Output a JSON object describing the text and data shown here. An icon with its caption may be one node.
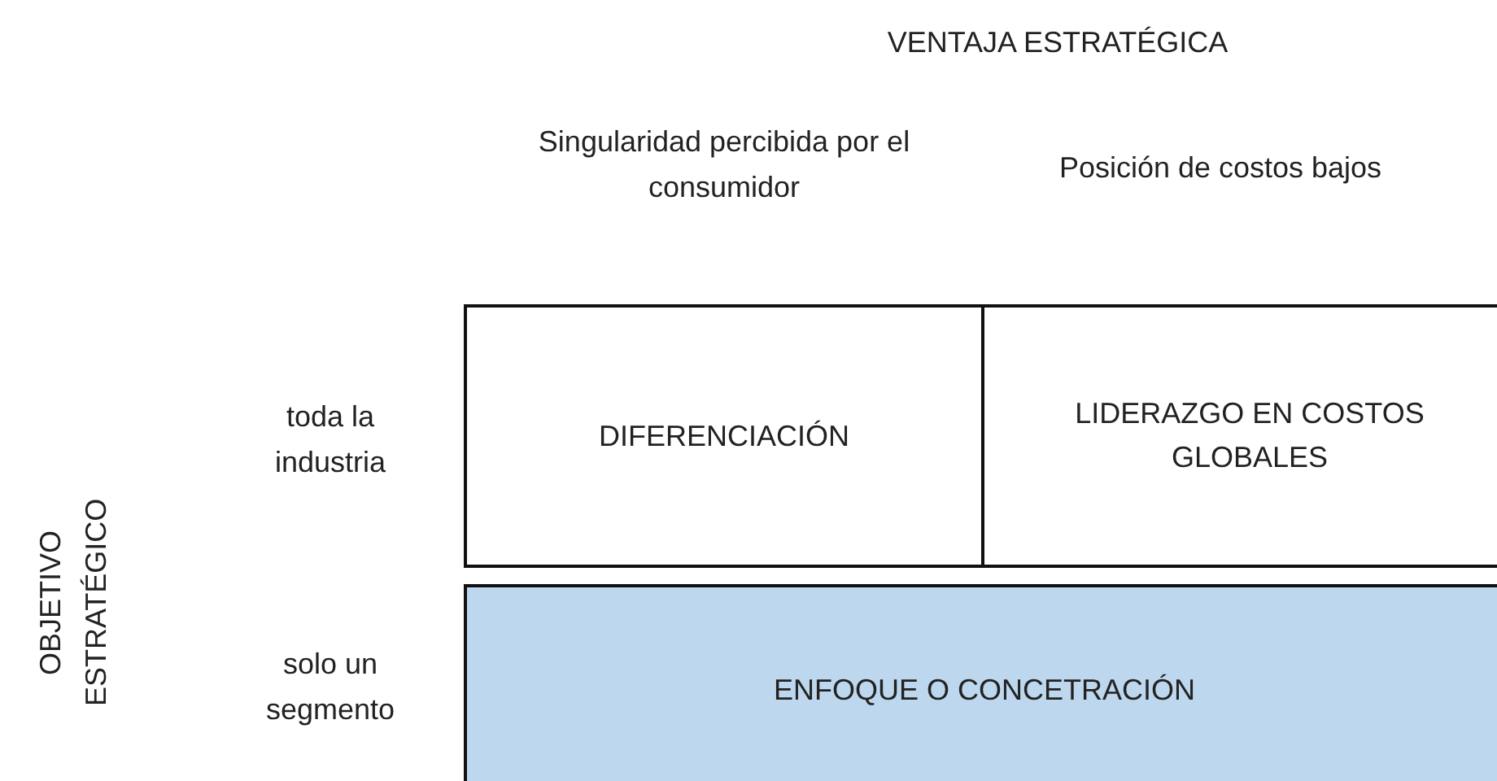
{
  "diagram": {
    "nodes": [
      {
        "text": [
          "DIFERENCIACIÓN"
        ]
      },
      {
        "text": [
          "LIDERAZGO EN COSTOS GLOBALES"
        ]
      },
      {
        "text": [
          "ENFOQUE O CONCETRACIÓN"
        ]
      }
    ],
    "labels": [
      "VENTAJA ESTRATÉGICA",
      "Singularidad percibida por el consumidor",
      "Posición de costos bajos",
      "OBJETIVO ESTRATÉGICO",
      "toda la industria",
      "solo un segmento"
    ]
  }
}
